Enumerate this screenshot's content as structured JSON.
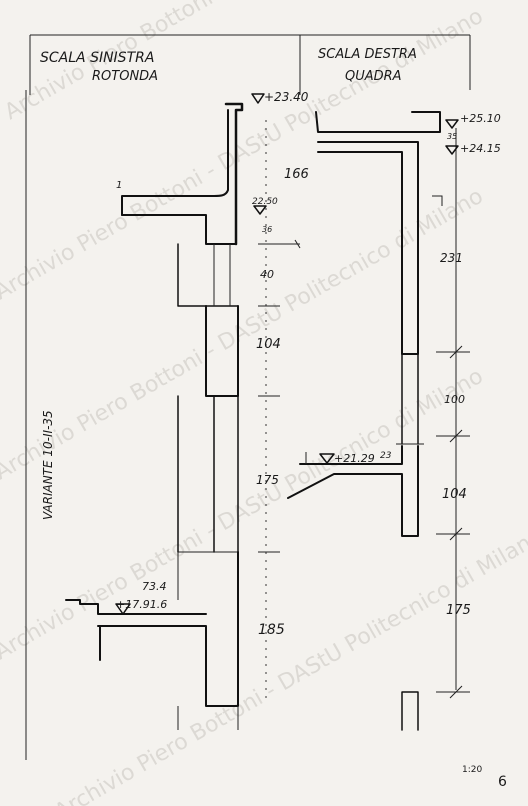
{
  "header": {
    "left_title": "SCALA SINISTRA",
    "left_subtitle": "ROTONDA",
    "right_title": "SCALA DESTRA",
    "right_subtitle": "QUADRA"
  },
  "side_note": "VARIANTE 10-II-35",
  "levels": {
    "top_left": "+23.40",
    "mid_left": "22.50",
    "right_top1": "+25.10",
    "right_top2": "+24.15",
    "right_mid": "+21.29",
    "left_bottom": "+17.91.6"
  },
  "dimensions": {
    "d166": "166",
    "d36": "36",
    "d40": "40",
    "d104a": "104",
    "d175a": "175",
    "d73": "73.4",
    "d185": "185",
    "d35": "35",
    "d231": "231",
    "d100": "100",
    "d23": "23",
    "d104b": "104",
    "d175b": "175",
    "d1": "1"
  },
  "scale": "1:20",
  "page_number": "6",
  "watermark": "Archivio Piero Bottoni - DAStU Politecnico di Milano"
}
